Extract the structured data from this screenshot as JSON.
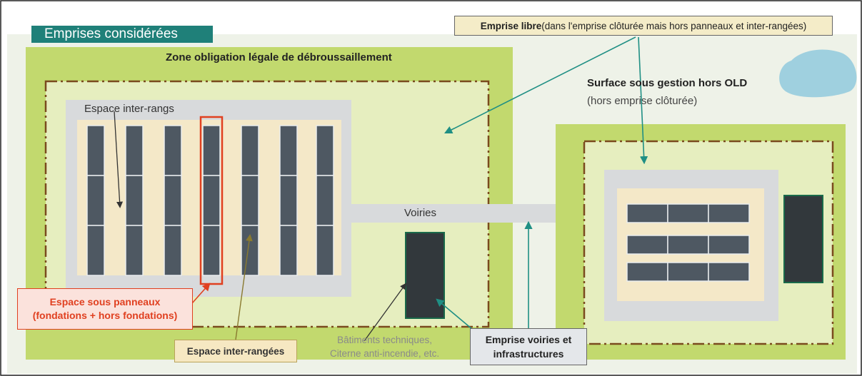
{
  "title": "Emprises considérées",
  "colors": {
    "page_bg": "#eef2e8",
    "old_zone": "#c2d96e",
    "fenced": "#e6eebf",
    "fence_line": "#7a4a1e",
    "service_zone": "#d8dadc",
    "panel_zone": "#f4e8c8",
    "panel": "#4e5862",
    "building": "#32383c",
    "title_bar": "#1f8079",
    "arrow_teal": "#1f8f84",
    "highlight_red": "#e04020",
    "pond": "#9fd0df"
  },
  "labels": {
    "zone_old": "Zone obligation légale de débroussaillement",
    "emprise_libre_bold": "Emprise libre",
    "emprise_libre_rest": " (dans l'emprise clôturée mais hors panneaux et inter-rangées)",
    "surface_gestion": "Surface sous gestion hors OLD",
    "hors_emprise": "(hors emprise clôturée)",
    "espace_inter_rangs": "Espace inter-rangs",
    "voiries": "Voiries",
    "espace_sous_panneaux_1": "Espace sous panneaux",
    "espace_sous_panneaux_2": "(fondations + hors fondations)",
    "espace_inter_rangees": "Espace inter-rangées",
    "batiments_1": "Bâtiments techniques,",
    "batiments_2": "Citerne anti-incendie, etc.",
    "emprise_voiries_1": "Emprise voiries et",
    "emprise_voiries_2": "infrastructures"
  }
}
